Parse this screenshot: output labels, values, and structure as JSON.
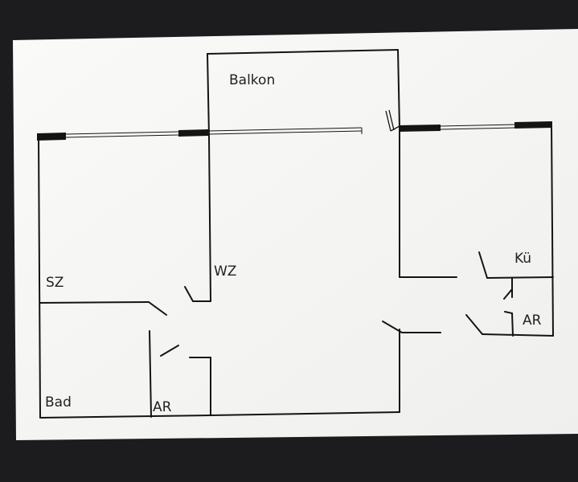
{
  "rooms": {
    "balkon": "Balkon",
    "wz": "WZ",
    "sz": "SZ",
    "kue": "Kü",
    "bad": "Bad",
    "ar_left": "AR",
    "ar_right": "AR"
  },
  "colors": {
    "background": "#1c1c1e",
    "paper": "#f7f7f5",
    "ink": "#141414"
  }
}
